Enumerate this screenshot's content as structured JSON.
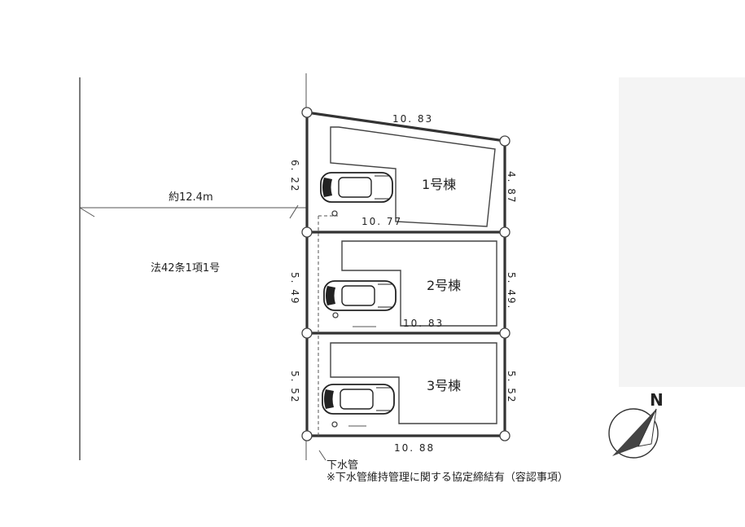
{
  "road": {
    "width_label": "約12.4m",
    "law_label": "法42条1項1号"
  },
  "lots": [
    {
      "label": "1号棟",
      "top": "10. 83",
      "inner": "10. 77",
      "left": "6. 22",
      "right": "4. 87"
    },
    {
      "label": "2号棟",
      "inner": "10. 83",
      "left": "5. 49",
      "right": "5. 49."
    },
    {
      "label": "3号棟",
      "bottom": "10. 88",
      "left": "5. 52",
      "right": "5. 52"
    }
  ],
  "sewer": {
    "label": "下水管",
    "note": "※下水管維持管理に関する協定締結有（容認事項）"
  },
  "compass": {
    "label": "N"
  },
  "colors": {
    "line": "#333333",
    "compass_fill": "#444444",
    "background": "#ffffff"
  }
}
